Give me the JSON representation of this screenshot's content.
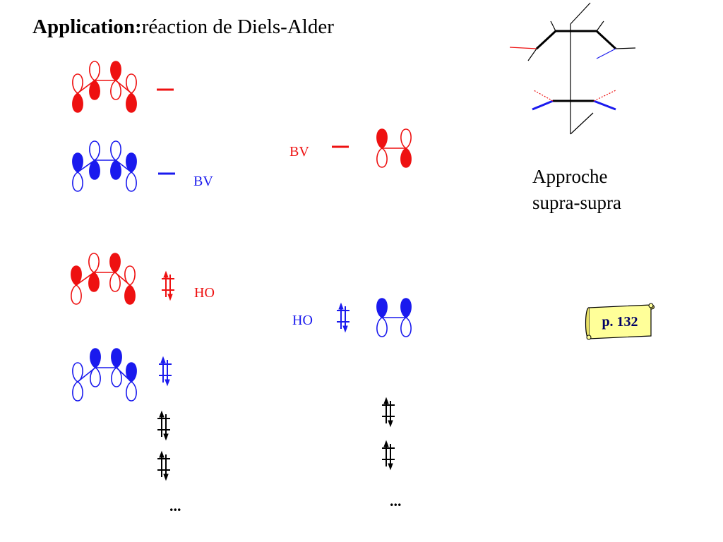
{
  "title": {
    "bold": "Application:",
    "rest": "réaction de  Diels-Alder"
  },
  "colors": {
    "red": "#ee1111",
    "blue": "#1a1aee",
    "black": "#000000"
  },
  "diene_levels": {
    "lumo_plus": {
      "label": ""
    },
    "lumo": {
      "label": "BV"
    },
    "homo": {
      "label": "HO"
    },
    "homo_minus": {
      "label": ""
    }
  },
  "dienophile_levels": {
    "lumo": {
      "label": "BV"
    },
    "homo": {
      "label": "HO"
    }
  },
  "ellipsis": {
    "left": "...",
    "right": "..."
  },
  "approach_caption": {
    "line1": "Approche",
    "line2": "supra-supra"
  },
  "page_reference": "p. 132"
}
